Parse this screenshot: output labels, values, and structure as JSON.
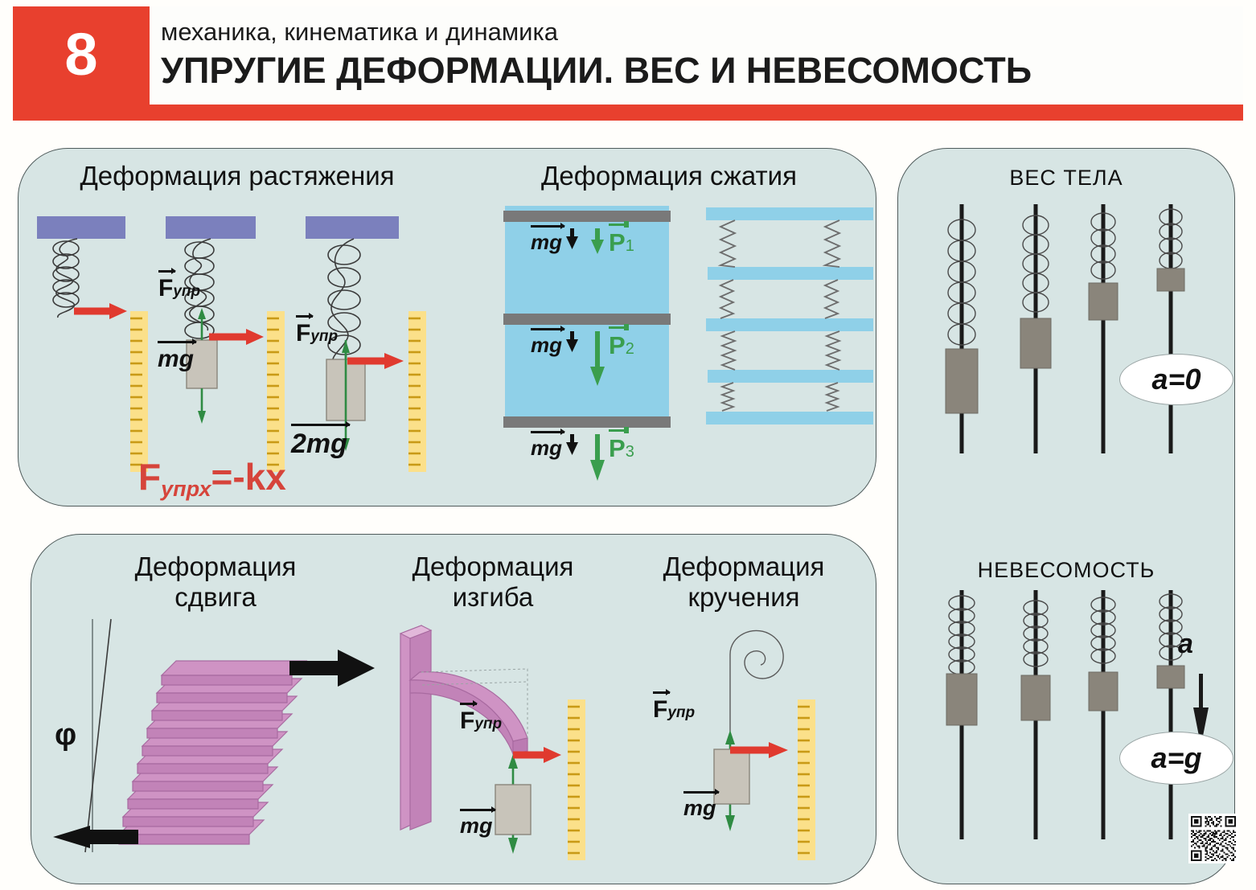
{
  "header": {
    "number": "8",
    "subtitle": "механика, кинематика и динамика",
    "title": "УПРУГИЕ ДЕФОРМАЦИИ. ВЕС И НЕВЕСОМОСТЬ",
    "accent_color": "#e8402e"
  },
  "panels": {
    "stretch": {
      "title": "Деформация растяжения",
      "formula": {
        "base": "F",
        "sub": "упрх",
        "rest": "=-kx"
      },
      "setups": [
        {
          "force_label": "",
          "weight_label": ""
        },
        {
          "force_label_base": "F",
          "force_label_sub": "упр",
          "weight_label": "mg"
        },
        {
          "force_label_base": "F",
          "force_label_sub": "упр",
          "weight_label": "2mg"
        }
      ]
    },
    "compression": {
      "title": "Деформация сжатия",
      "blocks": [
        {
          "mg": "mg",
          "p_base": "P",
          "p_sub": "1"
        },
        {
          "mg": "mg",
          "p_base": "P",
          "p_sub": "2"
        },
        {
          "mg": "mg",
          "p_base": "P",
          "p_sub": "3"
        }
      ],
      "spring_rows": 4
    },
    "shear": {
      "title_line1": "Деформация",
      "title_line2": "сдвига",
      "angle_label": "φ",
      "plate_count": 9
    },
    "bending": {
      "title_line1": "Деформация",
      "title_line2": "изгиба",
      "force_base": "F",
      "force_sub": "упр",
      "weight_label": "mg"
    },
    "torsion": {
      "title_line1": "Деформация",
      "title_line2": "кручения",
      "force_base": "F",
      "force_sub": "упр",
      "weight_label": "mg"
    },
    "weight": {
      "title_top": "ВЕС ТЕЛА",
      "title_bottom": "НЕВЕСОМОСТЬ",
      "bubble_top": "a=0",
      "bubble_bottom": "a=g",
      "accel_label": "a",
      "scale_count": 4
    }
  },
  "colors": {
    "panel_fill": "#d7e5e4",
    "panel_border": "#4f5b5b",
    "ceiling_bar": "#7b80bd",
    "ruler": "#fbe08a",
    "block_fill": "#c8c4ba",
    "compression_fill": "#8fd0e8",
    "compression_plate": "#797979",
    "shear_plate": "#d9a0cd",
    "weight_block": "#8a857b",
    "arrow_red": "#e03a2f",
    "arrow_green": "#2f8b43",
    "formula_red": "#d6443b"
  },
  "qr": {
    "label": "qr-code"
  }
}
